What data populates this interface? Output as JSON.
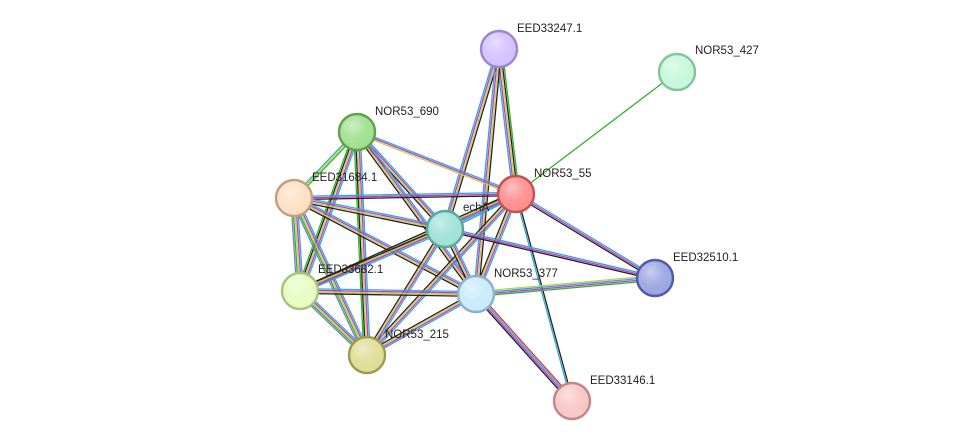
{
  "network": {
    "center_node": "NOR53_55",
    "nodes": [
      {
        "id": "EED33247.1",
        "fill": "#d3c1ff",
        "stroke": "#9c86cf"
      },
      {
        "id": "NOR53_427",
        "fill": "#c5f7da",
        "stroke": "#86c49c"
      },
      {
        "id": "NOR53_690",
        "fill": "#a1e08f",
        "stroke": "#5ea24d"
      },
      {
        "id": "EED31684.1",
        "fill": "#fde0c3",
        "stroke": "#c69e7c"
      },
      {
        "id": "NOR53_55",
        "fill": "#ff8e8e",
        "stroke": "#c35252"
      },
      {
        "id": "echA",
        "fill": "#9ee1d7",
        "stroke": "#5aa89c"
      },
      {
        "id": "EED33682.1",
        "fill": "#e7fcc2",
        "stroke": "#a6c47e"
      },
      {
        "id": "NOR53_377",
        "fill": "#c9eafb",
        "stroke": "#8bb2c8"
      },
      {
        "id": "EED32510.1",
        "fill": "#9ca5e2",
        "stroke": "#4e5ba8"
      },
      {
        "id": "NOR53_215",
        "fill": "#dedd95",
        "stroke": "#9c9a4f"
      },
      {
        "id": "EED33146.1",
        "fill": "#f8c6c6",
        "stroke": "#c48585"
      }
    ],
    "edge_colors": {
      "database": "#30a8d9",
      "experimental": "#c43ac3",
      "textmining": "#c3d14a",
      "coexpression": "#222222",
      "neighborhood": "#2db32d",
      "fusion": "#e23232",
      "homology": "#7a7ad6"
    },
    "edges": [
      {
        "source": "NOR53_55",
        "target": "NOR53_427",
        "types": [
          "neighborhood"
        ]
      },
      {
        "source": "NOR53_55",
        "target": "EED33247.1",
        "types": [
          "database",
          "experimental",
          "textmining",
          "coexpression",
          "neighborhood"
        ]
      },
      {
        "source": "echA",
        "target": "EED33247.1",
        "types": [
          "database",
          "experimental",
          "textmining",
          "coexpression"
        ]
      },
      {
        "source": "NOR53_377",
        "target": "EED33247.1",
        "types": [
          "database",
          "experimental",
          "textmining",
          "coexpression"
        ]
      },
      {
        "source": "NOR53_690",
        "target": "NOR53_55",
        "types": [
          "database",
          "experimental",
          "textmining"
        ]
      },
      {
        "source": "NOR53_690",
        "target": "EED31684.1",
        "types": [
          "neighborhood",
          "textmining",
          "database"
        ]
      },
      {
        "source": "NOR53_690",
        "target": "echA",
        "types": [
          "database",
          "experimental",
          "textmining",
          "coexpression"
        ]
      },
      {
        "source": "NOR53_690",
        "target": "EED33682.1",
        "types": [
          "database",
          "experimental",
          "textmining",
          "coexpression",
          "neighborhood"
        ]
      },
      {
        "source": "NOR53_690",
        "target": "NOR53_377",
        "types": [
          "database",
          "experimental",
          "textmining",
          "coexpression"
        ]
      },
      {
        "source": "NOR53_690",
        "target": "NOR53_215",
        "types": [
          "database",
          "experimental",
          "textmining",
          "coexpression",
          "neighborhood"
        ]
      },
      {
        "source": "EED31684.1",
        "target": "NOR53_55",
        "types": [
          "database",
          "experimental",
          "coexpression"
        ]
      },
      {
        "source": "EED31684.1",
        "target": "echA",
        "types": [
          "database",
          "experimental",
          "textmining",
          "coexpression"
        ]
      },
      {
        "source": "EED31684.1",
        "target": "EED33682.1",
        "types": [
          "database",
          "experimental",
          "textmining",
          "neighborhood",
          "homology"
        ]
      },
      {
        "source": "EED31684.1",
        "target": "NOR53_377",
        "types": [
          "database",
          "experimental",
          "textmining",
          "coexpression"
        ]
      },
      {
        "source": "EED31684.1",
        "target": "NOR53_215",
        "types": [
          "database",
          "experimental",
          "textmining",
          "neighborhood",
          "homology"
        ]
      },
      {
        "source": "NOR53_55",
        "target": "echA",
        "types": [
          "database",
          "experimental",
          "textmining",
          "coexpression"
        ]
      },
      {
        "source": "NOR53_55",
        "target": "EED33682.1",
        "types": [
          "database",
          "experimental",
          "textmining",
          "coexpression"
        ]
      },
      {
        "source": "NOR53_55",
        "target": "NOR53_377",
        "types": [
          "database",
          "experimental",
          "textmining",
          "coexpression"
        ]
      },
      {
        "source": "NOR53_55",
        "target": "NOR53_215",
        "types": [
          "database",
          "experimental",
          "textmining",
          "coexpression"
        ]
      },
      {
        "source": "NOR53_55",
        "target": "EED32510.1",
        "types": [
          "database",
          "experimental",
          "coexpression"
        ]
      },
      {
        "source": "NOR53_55",
        "target": "EED33146.1",
        "types": [
          "coexpression",
          "database"
        ]
      },
      {
        "source": "echA",
        "target": "EED33682.1",
        "types": [
          "database",
          "experimental",
          "textmining",
          "coexpression"
        ]
      },
      {
        "source": "echA",
        "target": "NOR53_377",
        "types": [
          "database",
          "experimental",
          "textmining",
          "coexpression"
        ]
      },
      {
        "source": "echA",
        "target": "NOR53_215",
        "types": [
          "database",
          "experimental",
          "textmining",
          "coexpression"
        ]
      },
      {
        "source": "echA",
        "target": "EED32510.1",
        "types": [
          "database",
          "experimental",
          "coexpression"
        ]
      },
      {
        "source": "EED33682.1",
        "target": "NOR53_377",
        "types": [
          "database",
          "experimental",
          "textmining",
          "coexpression"
        ]
      },
      {
        "source": "EED33682.1",
        "target": "NOR53_215",
        "types": [
          "database",
          "experimental",
          "textmining",
          "neighborhood",
          "homology"
        ]
      },
      {
        "source": "NOR53_377",
        "target": "EED32510.1",
        "types": [
          "textmining",
          "database",
          "experimental",
          "neighborhood"
        ]
      },
      {
        "source": "NOR53_377",
        "target": "NOR53_215",
        "types": [
          "database",
          "experimental",
          "textmining",
          "coexpression"
        ]
      },
      {
        "source": "NOR53_377",
        "target": "EED33146.1",
        "types": [
          "fusion",
          "database",
          "experimental",
          "coexpression"
        ]
      }
    ]
  }
}
